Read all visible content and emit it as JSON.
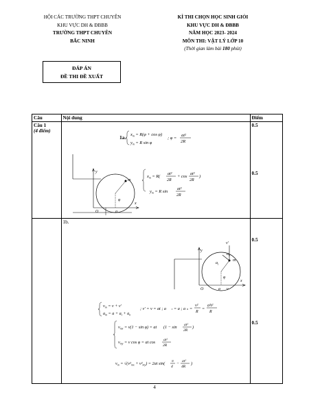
{
  "header_left": {
    "line1": "HỘI CÁC TRƯỜNG THPT CHUYÊN",
    "line2": "KHU VỰC DH & ĐBBB",
    "line3": "TRƯỜNG THPT CHUYÊN",
    "line4": "BẮC NINH"
  },
  "header_right": {
    "line1": "KÌ THI CHỌN HỌC SINH GIỎI",
    "line2": "KHU VỰC DH & ĐBBB",
    "line3": "NĂM HỌC 2023- 2024",
    "line4": "MÔN THI: VẬT LÝ LỚP 10",
    "time_prefix": "(Thời gian làm bài ",
    "time_value": "180",
    "time_suffix": " phút)"
  },
  "answer_box": {
    "line1": "ĐÁP ÁN",
    "line2": "ĐỀ THI ĐỀ XUẤT"
  },
  "table": {
    "col_question": "Câu",
    "col_content": "Nội dung",
    "col_score": "Điểm",
    "question_label": "Câu 1",
    "question_points": "(4 điểm)",
    "part_1a": "1a.",
    "part_1b": "1b.",
    "scores": [
      "0.5",
      "0.5",
      "0.5",
      "0.5"
    ]
  },
  "page_number": "4"
}
